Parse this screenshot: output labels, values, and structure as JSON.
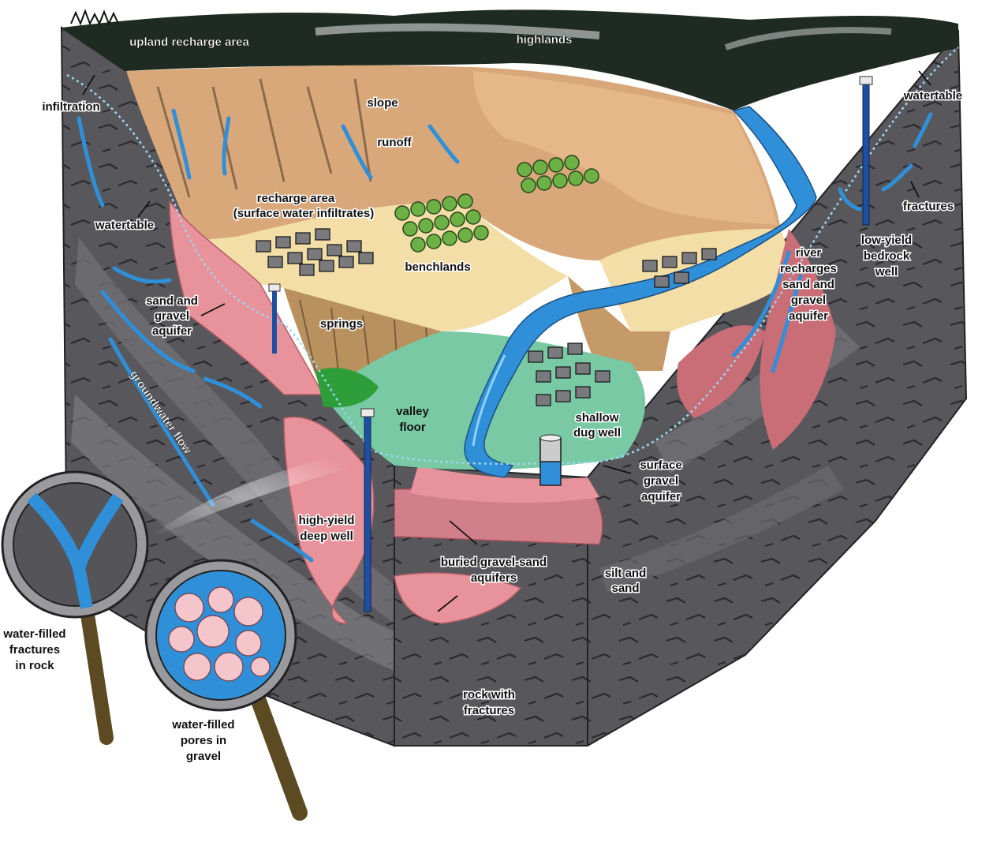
{
  "colors": {
    "rock_dark": "#4e4e52",
    "rock_mid": "#6b6b70",
    "rock_light": "#8a8a8e",
    "aquifer_pink": "#e8939b",
    "aquifer_pink_dark": "#c96d77",
    "bench_sand": "#f2dea6",
    "slope_tan": "#d9a87a",
    "valley_green": "#79c9a5",
    "grass_green": "#2e9e3a",
    "water_blue": "#2f8fd8",
    "water_light": "#8ed3f5",
    "forest": "#1f2a22"
  },
  "labels": {
    "upland_recharge_area": "upland recharge area",
    "highlands": "highlands",
    "infiltration": "infiltration",
    "slope": "slope",
    "runoff": "runoff",
    "watertable_left": "watertable",
    "watertable_right": "watertable",
    "recharge_area_1": "recharge area",
    "recharge_area_2": "(surface water infiltrates)",
    "benchlands": "benchlands",
    "sand_gravel_1": "sand and",
    "sand_gravel_2": "gravel",
    "sand_gravel_3": "aquifer",
    "springs": "springs",
    "groundwater_flow": "groundwater flow",
    "valley_floor_1": "valley",
    "valley_floor_2": "floor",
    "shallow_dug_well_1": "shallow",
    "shallow_dug_well_2": "dug well",
    "high_yield_1": "high-yield",
    "high_yield_2": "deep well",
    "buried_1": "buried gravel-sand",
    "buried_2": "aquifers",
    "surface_gravel_1": "surface",
    "surface_gravel_2": "gravel",
    "surface_gravel_3": "aquifer",
    "silt_sand_1": "silt and",
    "silt_sand_2": "sand",
    "rock_fractures_1": "rock with",
    "rock_fractures_2": "fractures",
    "fractures": "fractures",
    "low_yield_1": "low-yield",
    "low_yield_2": "bedrock",
    "low_yield_3": "well",
    "river_recharges_1": "river",
    "river_recharges_2": "recharges",
    "river_recharges_3": "sand and",
    "river_recharges_4": "gravel",
    "river_recharges_5": "aquifer",
    "fractures_in_rock_1": "water-filled",
    "fractures_in_rock_2": "fractures",
    "fractures_in_rock_3": "in rock",
    "pores_in_gravel_1": "water-filled",
    "pores_in_gravel_2": "pores in",
    "pores_in_gravel_3": "gravel"
  }
}
